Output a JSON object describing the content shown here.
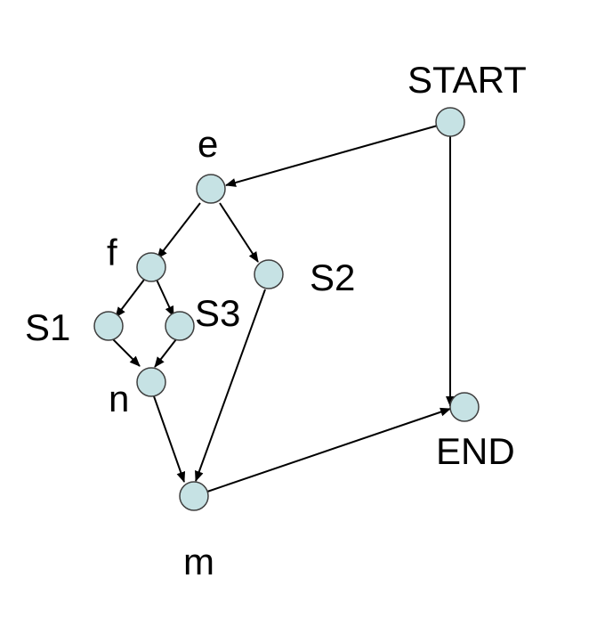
{
  "diagram": {
    "nodes": {
      "start": {
        "label": "START"
      },
      "end": {
        "label": "END"
      },
      "e": {
        "label": "e"
      },
      "f": {
        "label": "f"
      },
      "s1": {
        "label": "S1"
      },
      "s2": {
        "label": "S2"
      },
      "s3": {
        "label": "S3"
      },
      "n": {
        "label": "n"
      },
      "m": {
        "label": "m"
      }
    },
    "edges": [
      {
        "from": "start",
        "to": "e"
      },
      {
        "from": "start",
        "to": "end"
      },
      {
        "from": "e",
        "to": "f"
      },
      {
        "from": "e",
        "to": "s2"
      },
      {
        "from": "f",
        "to": "s1"
      },
      {
        "from": "f",
        "to": "s3"
      },
      {
        "from": "s1",
        "to": "n"
      },
      {
        "from": "s3",
        "to": "n"
      },
      {
        "from": "n",
        "to": "m"
      },
      {
        "from": "s2",
        "to": "m"
      },
      {
        "from": "m",
        "to": "end"
      }
    ],
    "colors": {
      "node_fill": "#c6e2e4",
      "node_stroke": "#3f3f3f",
      "edge": "#000000"
    }
  }
}
